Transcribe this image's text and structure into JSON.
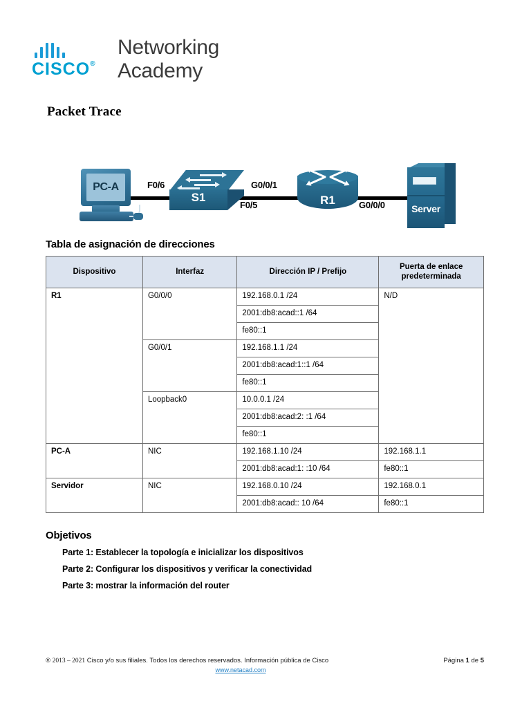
{
  "logo": {
    "brand": "CISCO",
    "brand_tm": "®",
    "line1": "Networking",
    "line2": "Academy",
    "accent_color": "#1a9bd7"
  },
  "document": {
    "title": "Packet Trace"
  },
  "topology": {
    "devices": {
      "pc": "PC-A",
      "switch": "S1",
      "router": "R1",
      "server": "Server"
    },
    "interfaces": {
      "pc_to_switch": "F0/6",
      "switch_to_router": "F0/5",
      "router_to_switch": "G0/0/1",
      "router_to_server": "G0/0/0"
    }
  },
  "table": {
    "heading": "Tabla de asignación de direcciones",
    "columns": [
      "Dispositivo",
      "Interfaz",
      "Dirección IP / Prefijo",
      "Puerta de enlace predeterminada"
    ],
    "column_gw_line1": "Puerta de enlace",
    "column_gw_line2": "predeterminada",
    "header_bg": "#dbe3ef",
    "rows": [
      {
        "device": "R1",
        "interface": "G0/0/0",
        "ip": "192.168.0.1 /24",
        "gateway": "N/D"
      },
      {
        "device": "",
        "interface": "",
        "ip": "2001:db8:acad::1 /64",
        "gateway": ""
      },
      {
        "device": "",
        "interface": "",
        "ip": "fe80::1",
        "gateway": ""
      },
      {
        "device": "",
        "interface": "G0/0/1",
        "ip": "192.168.1.1 /24",
        "gateway": ""
      },
      {
        "device": "",
        "interface": "",
        "ip": "2001:db8:acad:1::1 /64",
        "gateway": ""
      },
      {
        "device": "",
        "interface": "",
        "ip": "fe80::1",
        "gateway": ""
      },
      {
        "device": "",
        "interface": "Loopback0",
        "ip": "10.0.0.1 /24",
        "gateway": ""
      },
      {
        "device": "",
        "interface": "",
        "ip": "2001:db8:acad:2: :1 /64",
        "gateway": ""
      },
      {
        "device": "",
        "interface": "",
        "ip": "fe80::1",
        "gateway": ""
      },
      {
        "device": "PC-A",
        "interface": "NIC",
        "ip": "192.168.1.10 /24",
        "gateway": "192.168.1.1"
      },
      {
        "device": "",
        "interface": "",
        "ip": "2001:db8:acad:1: :10 /64",
        "gateway": "fe80::1"
      },
      {
        "device": "Servidor",
        "interface": "NIC",
        "ip": "192.168.0.10 /24",
        "gateway": "192.168.0.1"
      },
      {
        "device": "",
        "interface": "",
        "ip": "2001:db8:acad:: 10 /64",
        "gateway": "fe80::1"
      }
    ]
  },
  "objectives": {
    "heading": "Objetivos",
    "items": [
      "Parte 1: Establecer la topología e inicializar los dispositivos",
      "Parte 2: Configurar los dispositivos y verificar la conectividad",
      "Parte 3: mostrar la información del router"
    ]
  },
  "footer": {
    "copyright_symbol": "®",
    "years": "2013 – 2021",
    "copyright_text": "Cisco y/o sus filiales. Todos los derechos reservados. Información pública de Cisco",
    "link": "www.netacad.com",
    "page_prefix": "Página",
    "page_number": "1",
    "page_middle": "de",
    "page_total": "5",
    "link_color": "#1f7ec4"
  }
}
